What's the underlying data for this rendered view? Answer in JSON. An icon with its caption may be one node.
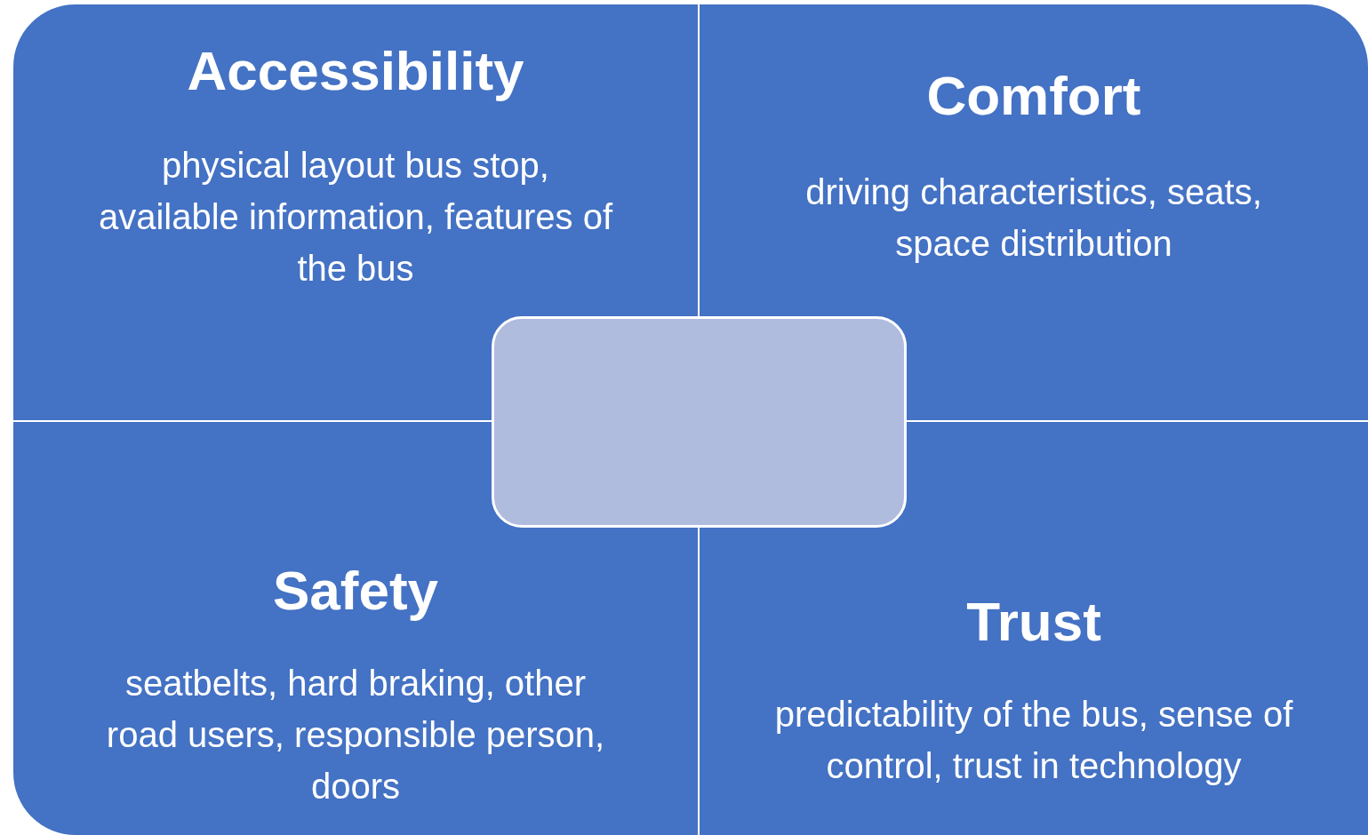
{
  "diagram": {
    "nodes": [
      {
        "text": [
          "Accessibility",
          "physical layout bus stop, available information, features of the bus"
        ]
      },
      {
        "text": [
          "Comfort",
          "driving characteristics, seats, space distribution"
        ]
      },
      {
        "text": [
          "Safety",
          "seatbelts, hard braking, other road users, responsible person, doors"
        ]
      },
      {
        "text": [
          "Trust",
          "predictability of the bus, sense of control, trust in technology"
        ]
      },
      {
        "text": [],
        "shape": "box"
      }
    ]
  }
}
